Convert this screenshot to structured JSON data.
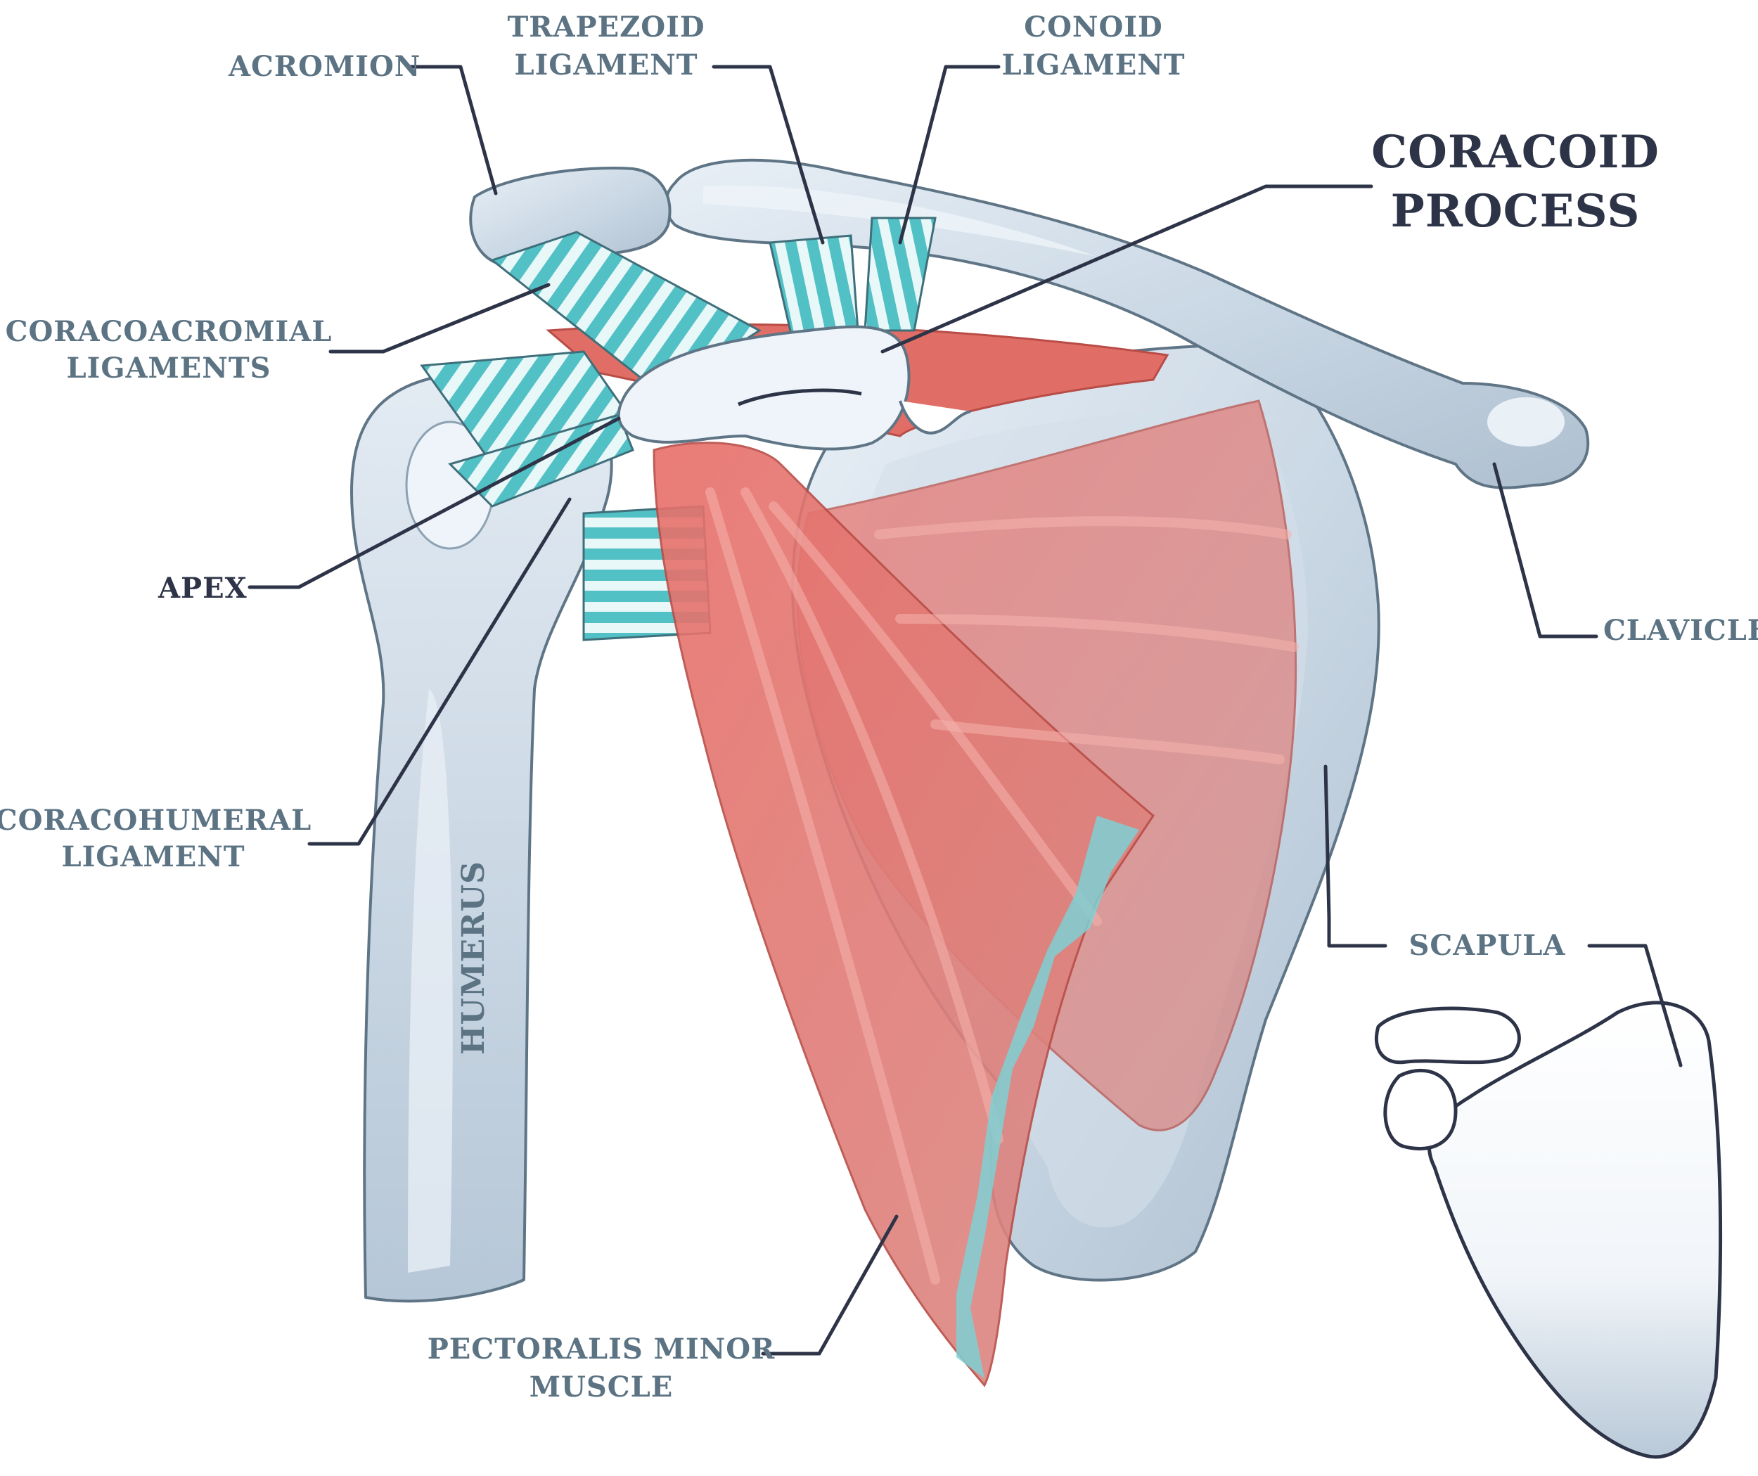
{
  "diagram": {
    "labels": {
      "acromion": "ACROMION",
      "trapezoid_1": "TRAPEZOID",
      "trapezoid_2": "LIGAMENT",
      "conoid_1": "CONOID",
      "conoid_2": "LIGAMENT",
      "coracoid_1": "CORACOID",
      "coracoid_2": "PROCESS",
      "coracoacromial_1": "CORACOACROMIAL",
      "coracoacromial_2": "LIGAMENTS",
      "apex": "APEX",
      "coracohumeral_1": "CORACOHUMERAL",
      "coracohumeral_2": "LIGAMENT",
      "humerus": "HUMERUS",
      "clavicle": "CLAVICLE",
      "scapula": "SCAPULA",
      "pectoralis_1": "PECTORALIS MINOR",
      "pectoralis_2": "MUSCLE"
    },
    "colors": {
      "bone": "#cfdbe7",
      "bone_outline": "#5f7586",
      "ligament": "#5bc4c8",
      "muscle": "#e07a74",
      "label": "#5b7383",
      "leader": "#2e3448"
    }
  }
}
